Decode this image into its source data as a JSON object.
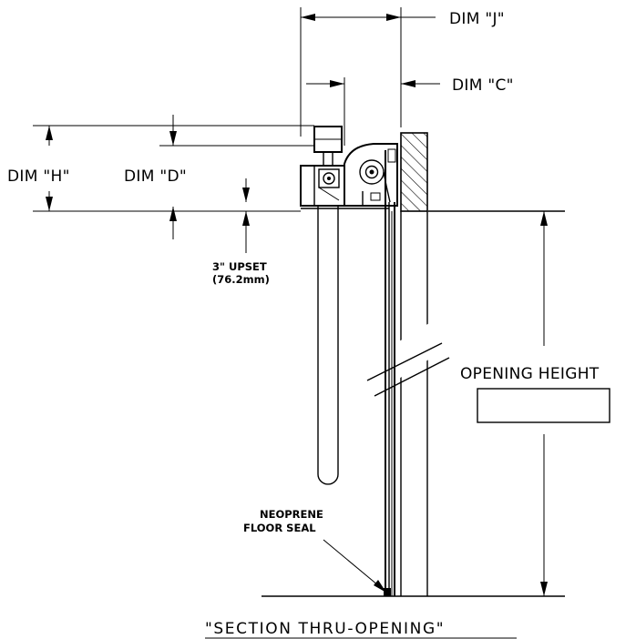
{
  "labels": {
    "dim_j": "DIM \"J\"",
    "dim_c": "DIM \"C\"",
    "dim_h": "DIM \"H\"",
    "dim_d": "DIM \"D\"",
    "upset_line1": "3\" UPSET",
    "upset_line2": "(76.2mm)",
    "opening_height": "OPENING HEIGHT",
    "seal_line1": "NEOPRENE",
    "seal_line2": "FLOOR SEAL",
    "section_title": "\"SECTION THRU-OPENING\""
  }
}
